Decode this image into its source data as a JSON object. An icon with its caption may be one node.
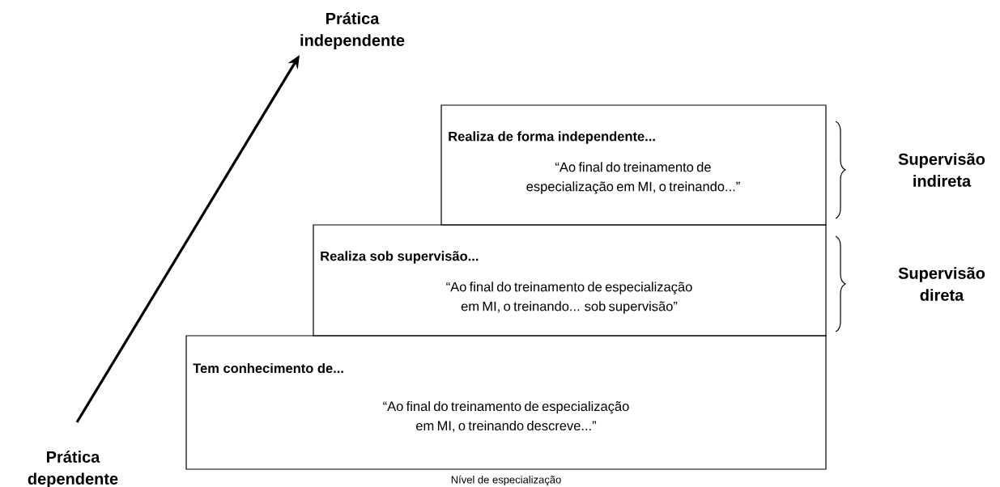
{
  "diagram": {
    "nodes": [
      {
        "text": [
          "Prática independente"
        ]
      },
      {
        "text": [
          "Realiza de forma independente...",
          "“Ao final do treinamento de especialização em MI, o treinando...”"
        ]
      },
      {
        "text": [
          "Realiza sob supervisão...",
          "“Ao final do treinamento de especialização em MI, o treinando... sob supervisão”"
        ]
      },
      {
        "text": [
          "Tem conhecimento de...",
          "“Ao final do treinamento de especialização em MI, o treinando descreve...”"
        ]
      },
      {
        "text": [
          "Prática dependente"
        ]
      }
    ],
    "edges": [
      {
        "from": 4,
        "to": 0,
        "arrow": "to"
      }
    ],
    "labels": [
      "Supervisão indireta",
      "Supervisão direta",
      "Nível de especialização"
    ]
  }
}
